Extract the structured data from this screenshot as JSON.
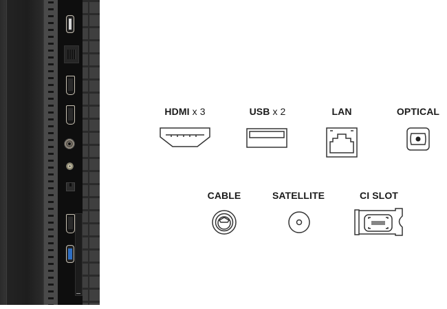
{
  "photo": {
    "description": "TV rear side panel with connection ports",
    "ports_top_to_bottom": [
      "usb",
      "lan",
      "hdmi",
      "hdmi",
      "cable",
      "satellite",
      "optical",
      "hdmi",
      "usb-3.0-blue",
      "ci-slot"
    ]
  },
  "connections": {
    "row1": [
      {
        "id": "hdmi",
        "name": "HDMI",
        "qty": "x 3",
        "icon": "hdmi-port-icon"
      },
      {
        "id": "usb",
        "name": "USB",
        "qty": "x 2",
        "icon": "usb-port-icon"
      },
      {
        "id": "lan",
        "name": "LAN",
        "qty": "",
        "icon": "lan-port-icon"
      },
      {
        "id": "optical",
        "name": "OPTICAL",
        "qty": "",
        "icon": "optical-port-icon"
      }
    ],
    "row2": [
      {
        "id": "cable",
        "name": "CABLE",
        "qty": "",
        "icon": "cable-port-icon"
      },
      {
        "id": "satellite",
        "name": "SATELLITE",
        "qty": "",
        "icon": "satellite-port-icon"
      },
      {
        "id": "ci-slot",
        "name": "CI SLOT",
        "qty": "",
        "icon": "ci-slot-icon"
      }
    ]
  },
  "colors": {
    "label_text": "#1a1a1a",
    "icon_stroke": "#333333",
    "background": "#ffffff",
    "panel_dark": "#0e0e0e",
    "usb3_blue": "#2f6fc4"
  }
}
